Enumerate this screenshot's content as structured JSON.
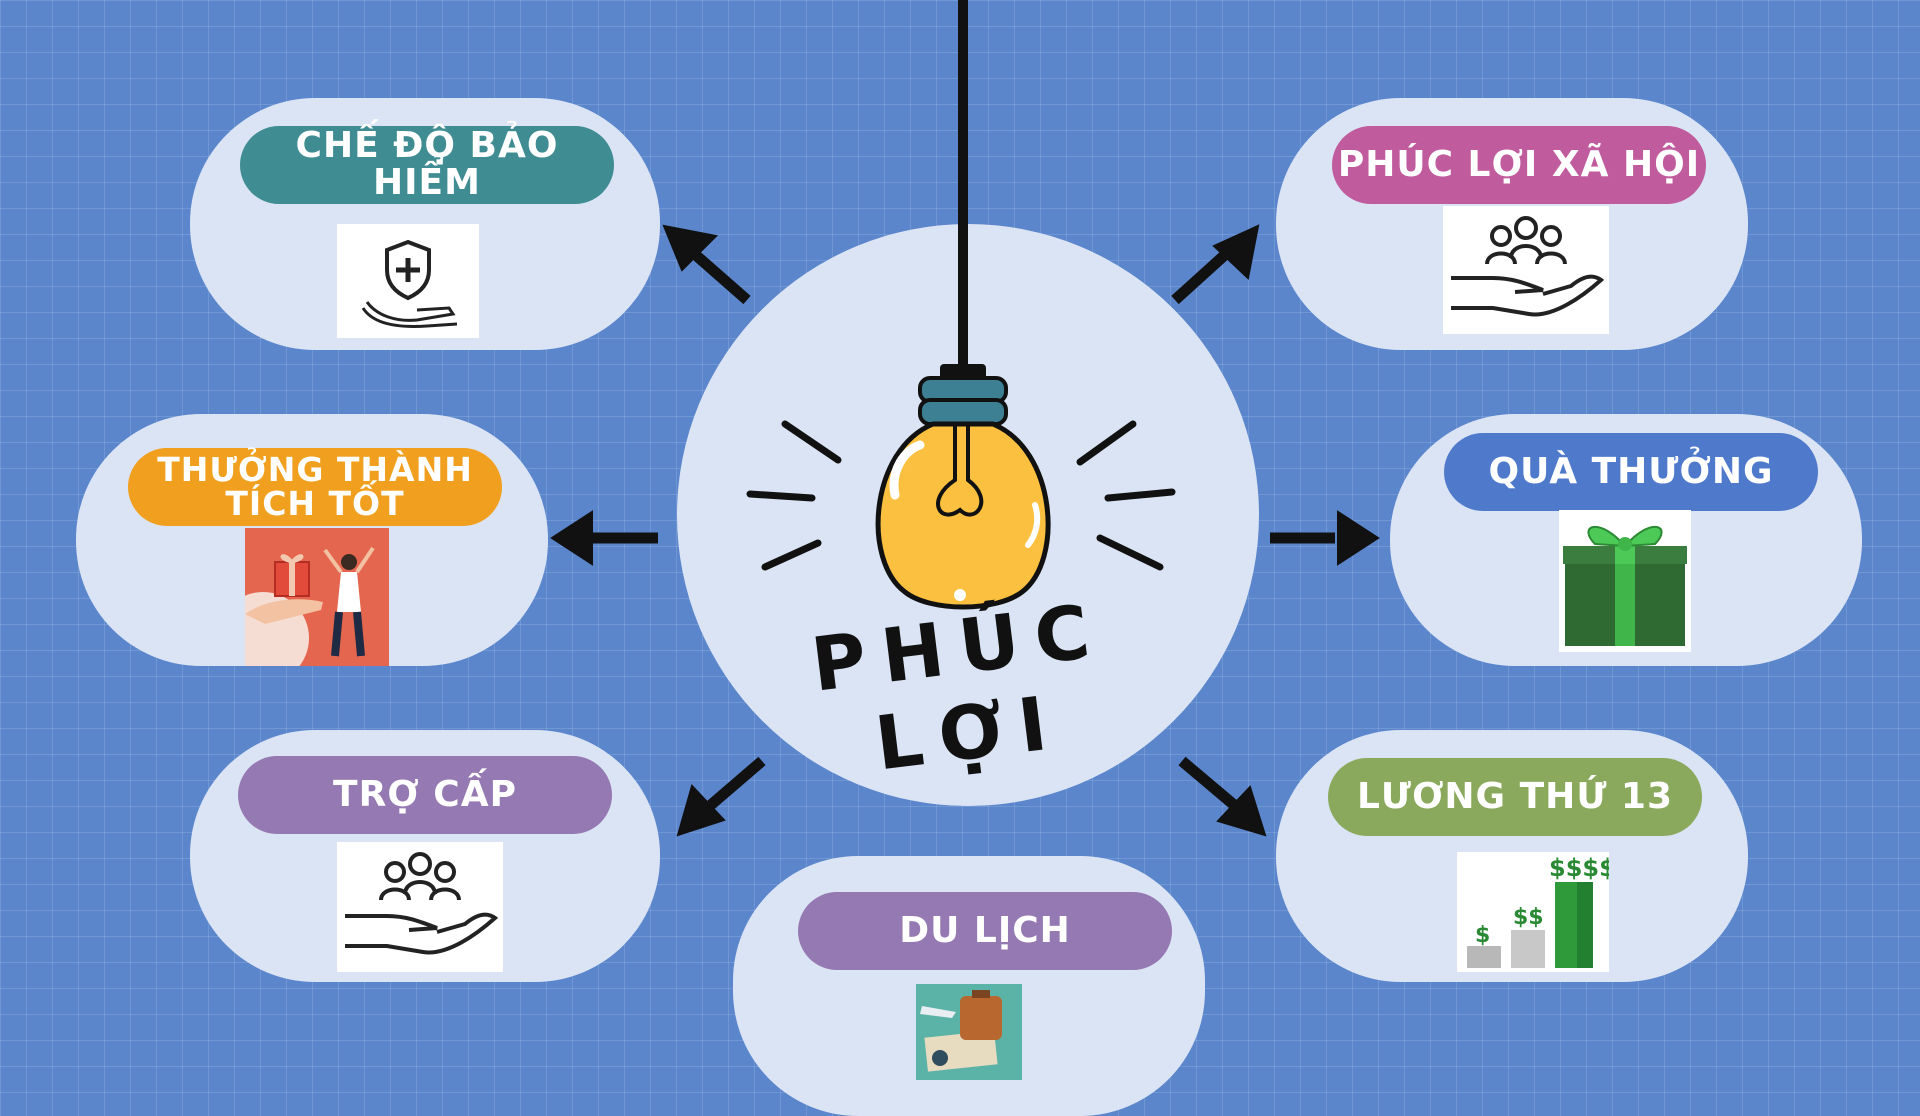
{
  "center": {
    "title": "PHÚC LỢI"
  },
  "benefits": [
    {
      "label": "CHẾ ĐỘ BẢO HIỂM",
      "icon": "insurance-hand-icon",
      "color": "#3f8d92"
    },
    {
      "label": "PHÚC LỢI XÃ HỘI",
      "icon": "community-care-icon",
      "color": "#c05b9d"
    },
    {
      "label": "THƯỞNG THÀNH TÍCH TỐT",
      "icon": "celebration-gift-illustration",
      "color": "#f0a01e"
    },
    {
      "label": "QUÀ THƯỞNG",
      "icon": "gift-box-icon",
      "color": "#4f7acb"
    },
    {
      "label": "TRỢ CẤP",
      "icon": "community-care-icon",
      "color": "#9579b2"
    },
    {
      "label": "LƯƠNG THỨ 13",
      "icon": "money-growth-icon",
      "color": "#8aa95d"
    },
    {
      "label": "DU LỊCH",
      "icon": "travel-illustration",
      "color": "#9579b2"
    }
  ]
}
